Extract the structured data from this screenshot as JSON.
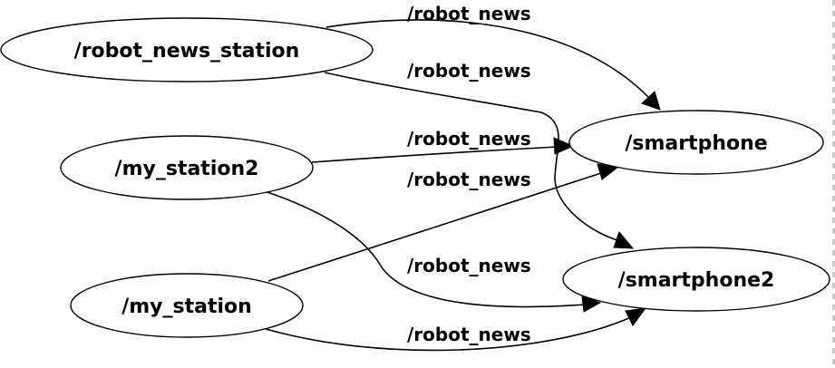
{
  "graph": {
    "nodes": {
      "robot_news_station": "/robot_news_station",
      "my_station2": "/my_station2",
      "my_station": "/my_station",
      "smartphone": "/smartphone",
      "smartphone2": "/smartphone2"
    },
    "edges": [
      {
        "from": "/robot_news_station",
        "to": "/smartphone",
        "label": "/robot_news"
      },
      {
        "from": "/robot_news_station",
        "to": "/smartphone2",
        "label": "/robot_news"
      },
      {
        "from": "/my_station2",
        "to": "/smartphone",
        "label": "/robot_news"
      },
      {
        "from": "/my_station",
        "to": "/smartphone",
        "label": "/robot_news"
      },
      {
        "from": "/my_station2",
        "to": "/smartphone2",
        "label": "/robot_news"
      },
      {
        "from": "/my_station",
        "to": "/smartphone2",
        "label": "/robot_news"
      }
    ]
  }
}
